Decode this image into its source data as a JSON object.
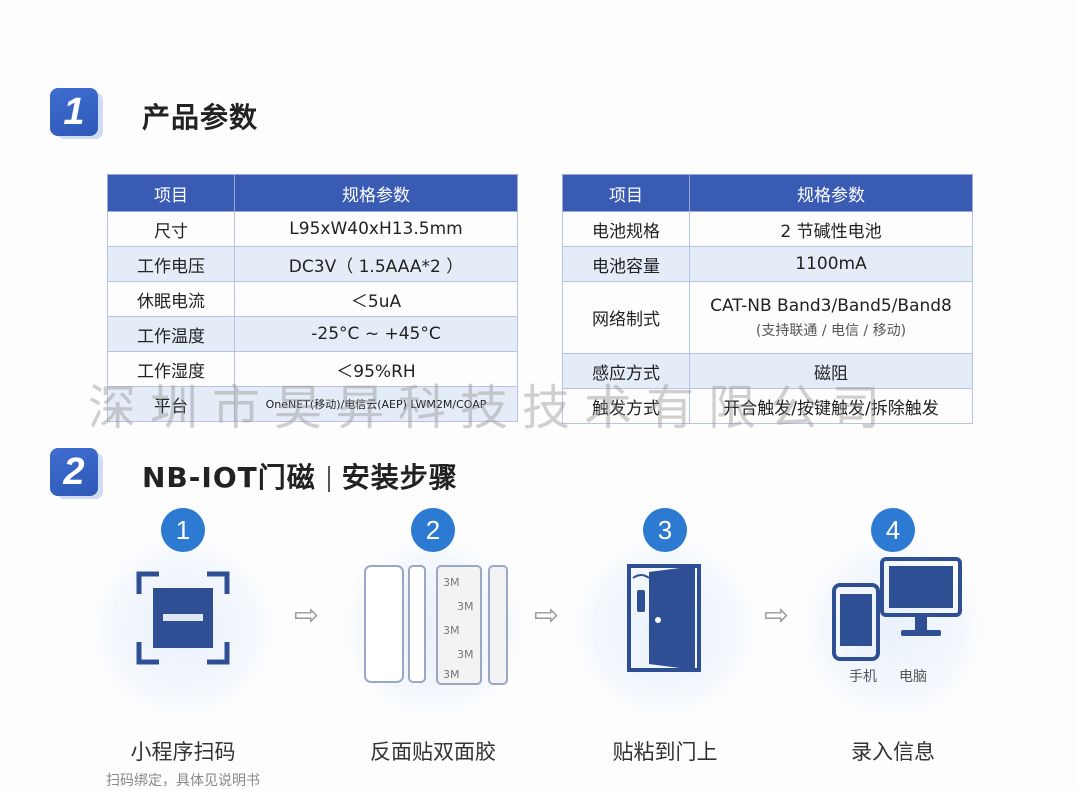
{
  "section1": {
    "number": "1",
    "title": "产品参数"
  },
  "section2": {
    "number": "2",
    "title_a": "NB-IOT门磁",
    "title_b": "安装步骤"
  },
  "table_left": {
    "headers": [
      "项目",
      "规格参数"
    ],
    "rows": [
      [
        "尺寸",
        "L95xW40xH13.5mm"
      ],
      [
        "工作电压",
        "DC3V（ 1.5AAA*2 ）"
      ],
      [
        "休眠电流",
        "＜5uA"
      ],
      [
        "工作温度",
        "-25°C ~ +45°C"
      ],
      [
        "工作湿度",
        "＜95%RH"
      ],
      [
        "平台",
        "OneNET(移动)/电信云(AEP) LWM2M/COAP"
      ]
    ]
  },
  "table_right": {
    "headers": [
      "项目",
      "规格参数"
    ],
    "rows": [
      [
        "电池规格",
        "2 节碱性电池"
      ],
      [
        "电池容量",
        "1100mA"
      ],
      [
        "网络制式",
        "CAT-NB Band3/Band5/Band8",
        "(支持联通 / 电信 / 移动)"
      ],
      [
        "感应方式",
        "磁阻"
      ],
      [
        "触发方式",
        "开合触发/按键触发/拆除触发"
      ]
    ]
  },
  "watermark": "深圳市昊昇科技技术有限公司",
  "steps": [
    {
      "number": "1",
      "label": "小程序扫码",
      "note": "扫码绑定，具体见说明书"
    },
    {
      "number": "2",
      "label": "反面贴双面胶"
    },
    {
      "number": "3",
      "label": "贴粘到门上"
    },
    {
      "number": "4",
      "label": "录入信息",
      "captions": [
        "手机",
        "电脑"
      ]
    }
  ],
  "tape_text": "3M",
  "colors": {
    "accent": "#3a5bb4",
    "step_badge": "#2d7ad2",
    "alt_row": "#e4ecf8"
  }
}
